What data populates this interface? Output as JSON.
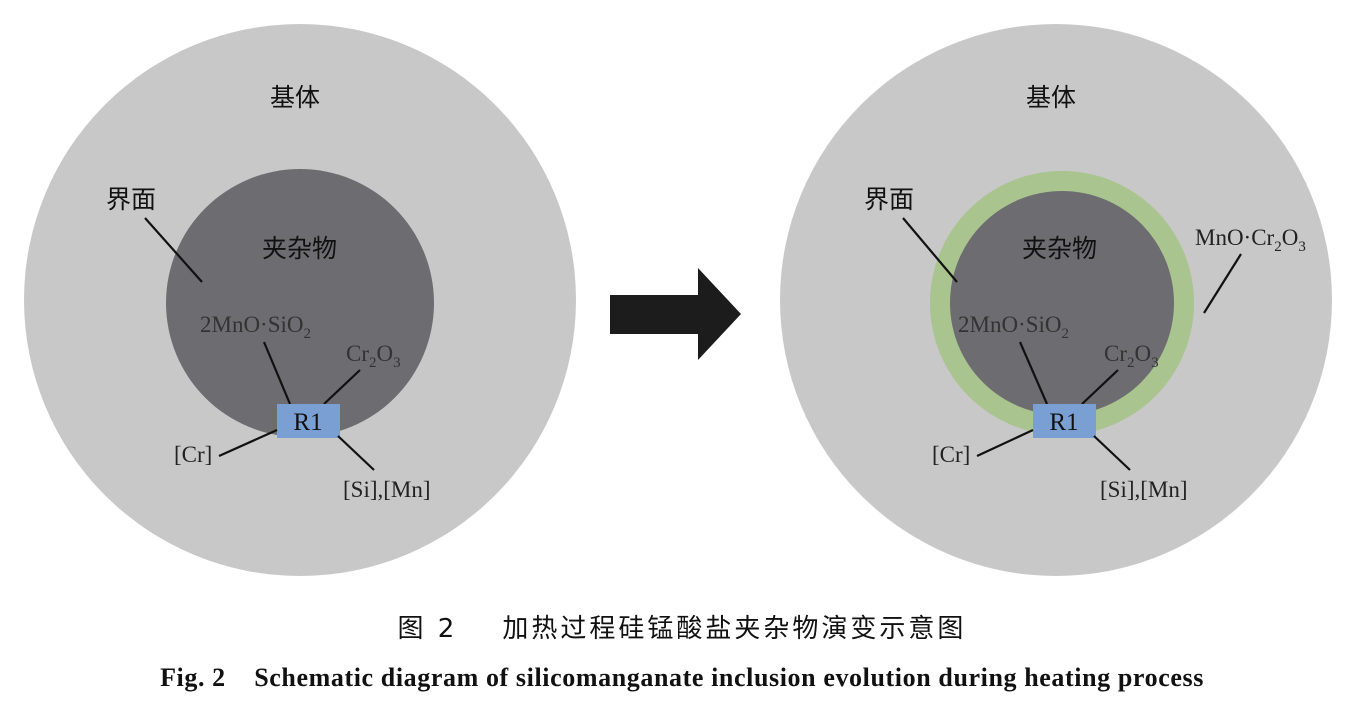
{
  "panels": [
    {
      "matrix": "基体",
      "interface": "界面",
      "inclusion": "夹杂物",
      "phase": {
        "base": "2MnO·SiO",
        "sub": "2"
      },
      "oxide": {
        "a": "Cr",
        "a_sub": "2",
        "b": "O",
        "b_sub": "3"
      },
      "reaction": "R1",
      "cr": "[Cr]",
      "si_mn": "[Si],[Mn]"
    },
    {
      "matrix": "基体",
      "interface": "界面",
      "inclusion": "夹杂物",
      "phase": {
        "base": "2MnO·SiO",
        "sub": "2"
      },
      "oxide": {
        "a": "Cr",
        "a_sub": "2",
        "b": "O",
        "b_sub": "3"
      },
      "reaction": "R1",
      "cr": "[Cr]",
      "si_mn": "[Si],[Mn]",
      "shell": {
        "a": "MnO·Cr",
        "a_sub": "2",
        "b": "O",
        "b_sub": "3"
      }
    }
  ],
  "colors": {
    "matrix": "#c8c8c8",
    "inclusion": "#6d6c70",
    "shell": "#a9c48f",
    "reaction_box": "#7a9fd3",
    "arrow": "#1c1c1c"
  },
  "caption": {
    "cn_label": "图 2",
    "cn_text": "加热过程硅锰酸盐夹杂物演变示意图",
    "en_label": "Fig. 2",
    "en_text": "Schematic diagram of silicomanganate inclusion evolution during heating process"
  }
}
